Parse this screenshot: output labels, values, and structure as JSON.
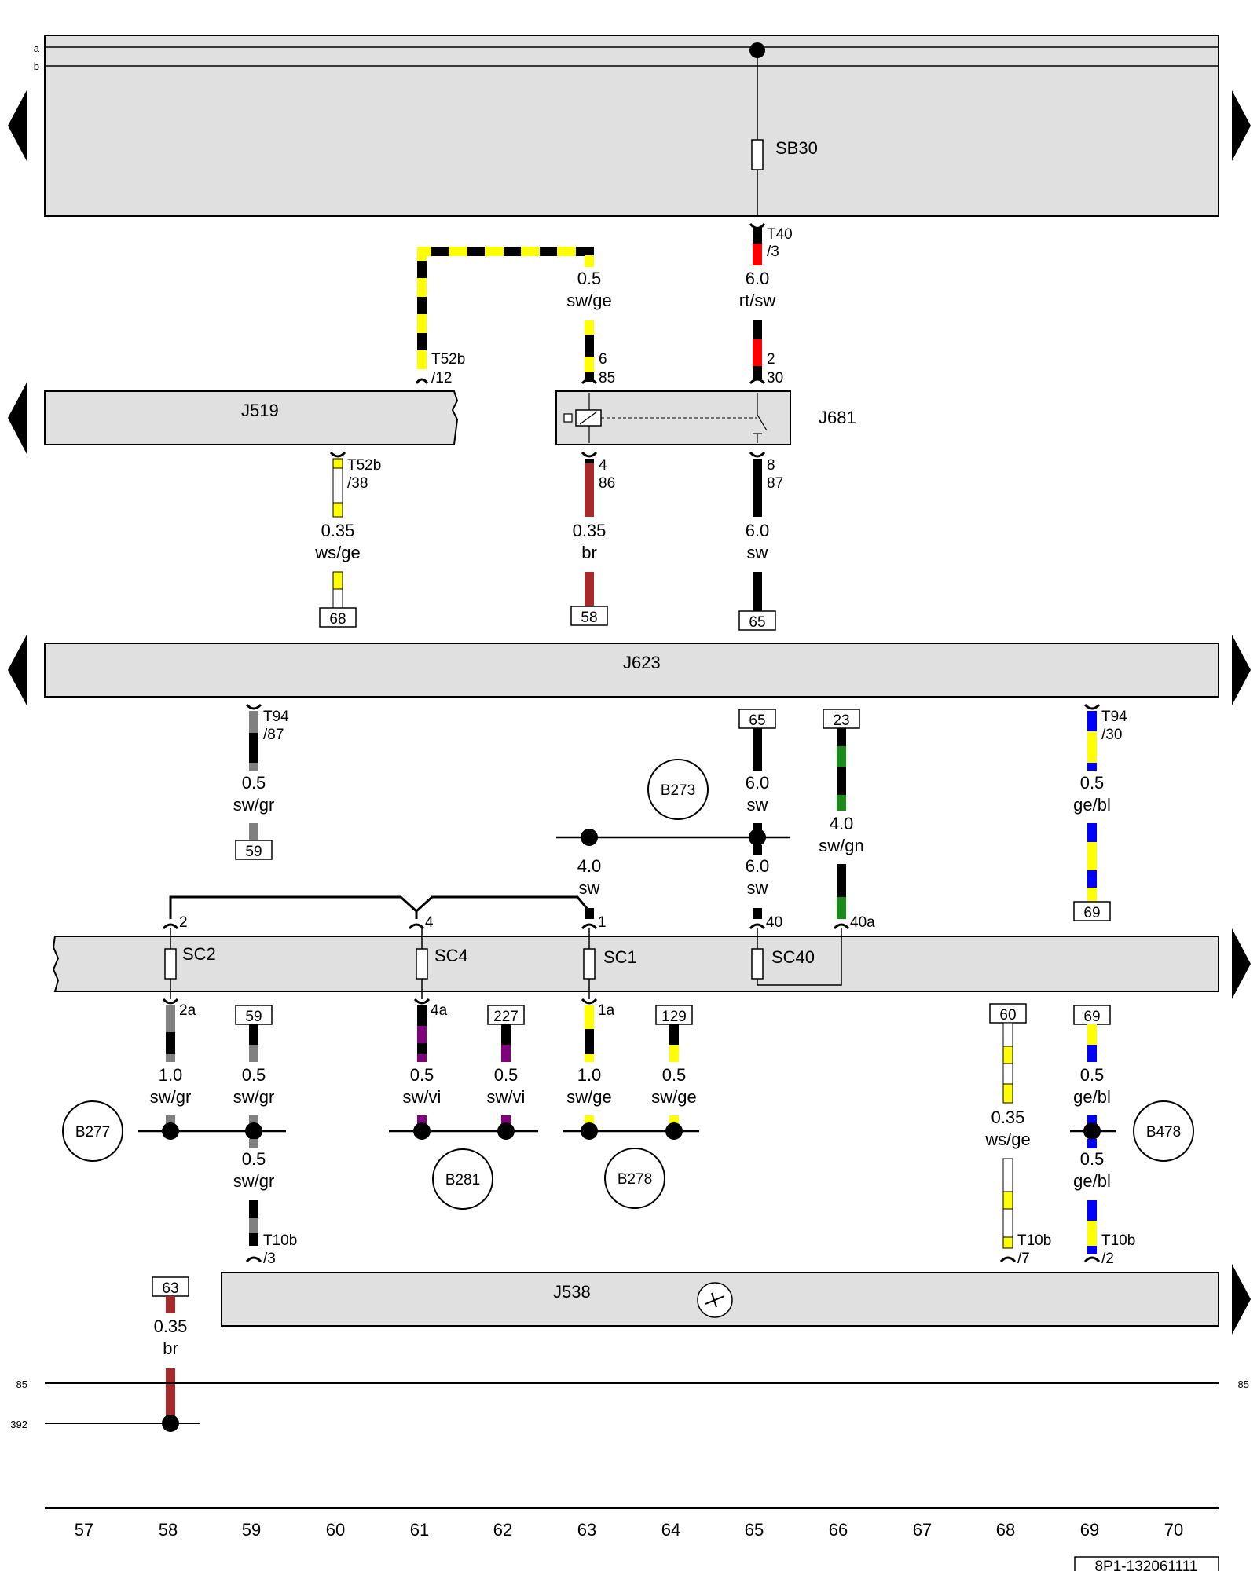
{
  "bus_lines": [
    "a",
    "b"
  ],
  "fuse_main": "SB30",
  "components": {
    "J519": "J519",
    "J681": "J681",
    "J623": "J623",
    "J538": "J538"
  },
  "connectors": {
    "T40_3": [
      "T40",
      "/3"
    ],
    "T52b_12": [
      "T52b",
      "/12"
    ],
    "T52b_38": [
      "T52b",
      "/38"
    ],
    "J681_6": [
      "6",
      "85"
    ],
    "J681_2": [
      "2",
      "30"
    ],
    "J681_4": [
      "4",
      "86"
    ],
    "J681_8": [
      "8",
      "87"
    ],
    "T94_87": [
      "T94",
      "/87"
    ],
    "T94_30": [
      "T94",
      "/30"
    ],
    "T10b_3": [
      "T10b",
      "/3"
    ],
    "T10b_7": [
      "T10b",
      "/7"
    ],
    "T10b_2": [
      "T10b",
      "/2"
    ]
  },
  "wires": {
    "w_52_12": [
      "0.5",
      "sw/ge"
    ],
    "w_t40": [
      "6.0",
      "rt/sw"
    ],
    "w_38": [
      "0.35",
      "ws/ge"
    ],
    "w_86": [
      "0.35",
      "br"
    ],
    "w_87": [
      "6.0",
      "sw"
    ],
    "w_87b": [
      "0.5",
      "sw/gr"
    ],
    "w_65b": [
      "6.0",
      "sw"
    ],
    "w_23": [
      "4.0",
      "sw/gn"
    ],
    "w_30b": [
      "0.5",
      "ge/bl"
    ],
    "w_sc1": [
      "4.0",
      "sw"
    ],
    "w_sc40": [
      "6.0",
      "sw"
    ],
    "w_2a": [
      "1.0",
      "sw/gr"
    ],
    "w_59b": [
      "0.5",
      "sw/gr"
    ],
    "w_4a": [
      "0.5",
      "sw/vi"
    ],
    "w_227": [
      "0.5",
      "sw/vi"
    ],
    "w_1a": [
      "1.0",
      "sw/ge"
    ],
    "w_129": [
      "0.5",
      "sw/ge"
    ],
    "w_60": [
      "0.35",
      "ws/ge"
    ],
    "w_69b": [
      "0.5",
      "ge/bl"
    ],
    "w_t10b3": [
      "0.5",
      "sw/gr"
    ],
    "w_t10b2": [
      "0.5",
      "ge/bl"
    ],
    "w_63": [
      "0.35",
      "br"
    ]
  },
  "refs": {
    "r68": "68",
    "r58": "58",
    "r65": "65",
    "r65b": "65",
    "r23": "23",
    "r59": "59",
    "r69": "69",
    "r59b": "59",
    "r227": "227",
    "r129": "129",
    "r60": "60",
    "r69b": "69",
    "r63": "63"
  },
  "splices": {
    "B273": "B273",
    "B277": "B277",
    "B281": "B281",
    "B278": "B278",
    "B478": "B478"
  },
  "fuse_block": {
    "fuses": [
      "SC2",
      "SC4",
      "SC1",
      "SC40"
    ],
    "pins_top": [
      "2",
      "4",
      "1",
      "40",
      "40a"
    ],
    "pins_bottom": [
      "2a",
      "4a",
      "1a"
    ]
  },
  "ground_lines": {
    "left_top": "85",
    "left_bottom": "392",
    "right": "85"
  },
  "grid_numbers": [
    "57",
    "58",
    "59",
    "60",
    "61",
    "62",
    "63",
    "64",
    "65",
    "66",
    "67",
    "68",
    "69",
    "70"
  ],
  "document_id": "8P1-132061111",
  "colors": {
    "sw": "#000000",
    "ge": "#ffff00",
    "rt": "#ff0000",
    "br": "#a52a2a",
    "gr": "#808080",
    "bl": "#0000ff",
    "gn": "#1a8a1a",
    "vi": "#800080",
    "ws": "#ffffff",
    "panel": "#e0e0e0"
  }
}
